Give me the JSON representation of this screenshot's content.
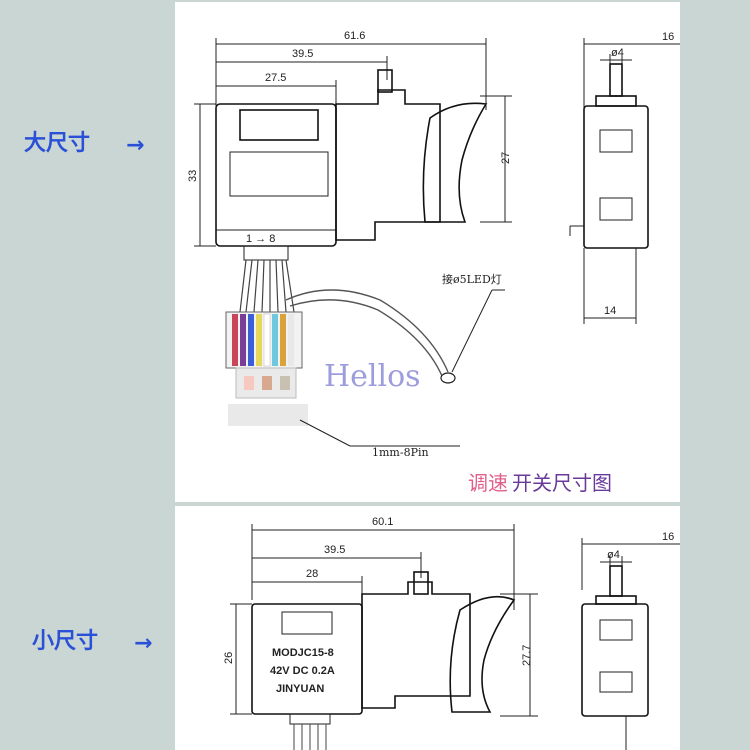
{
  "labels": {
    "large_size": "大尺寸",
    "small_size": "小尺寸",
    "arrow": "→"
  },
  "watermark": "Hellos",
  "title": {
    "part1": "调速",
    "part2": "开关尺寸图"
  },
  "notes": {
    "led": "接ø5LED灯",
    "connector": "1mm-8Pin",
    "pin_range": "1 → 8"
  },
  "large": {
    "width_total": "61.6",
    "width_mid": "39.5",
    "width_body": "27.5",
    "height_body": "33",
    "height_trigger": "27",
    "side_top_dia": "ø4",
    "side_top_extent": "16",
    "side_bottom": "14"
  },
  "small": {
    "width_total": "60.1",
    "width_mid": "39.5",
    "width_body": "28",
    "height_body": "26",
    "height_trigger": "27.7",
    "side_top_dia": "ø4",
    "side_top_extent": "16",
    "label_model": "MODJC15-8",
    "label_rating": "42V  DC  0.2A",
    "label_brand": "JINYUAN"
  },
  "colors": {
    "background": "#c9d6d3",
    "label_blue": "#2b50d8",
    "title_pink": "#e0608a",
    "title_purple": "#6a3a9a",
    "watermark": "#8c8cd8"
  }
}
